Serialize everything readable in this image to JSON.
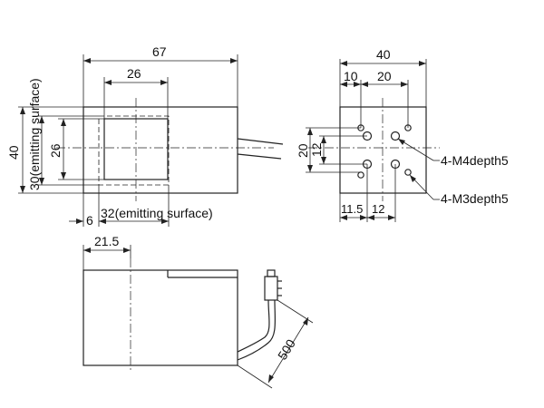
{
  "dimensions": {
    "overall_length": "67",
    "window_width": "26",
    "height_total": "40",
    "height_emitting": "30(emitting surface)",
    "height_window": "26",
    "offset_left": "6",
    "width_emitting": "32(emitting surface)",
    "end_width": "40",
    "end_spacing_10": "10",
    "end_spacing_20": "20",
    "end_vert_20": "20",
    "end_vert_12": "12",
    "end_bottom_11_5": "11.5",
    "end_bottom_12": "12",
    "side_offset": "21.5",
    "cable_length": "500"
  },
  "callouts": {
    "m4": "4-M4depth5",
    "m3": "4-M3depth5"
  }
}
